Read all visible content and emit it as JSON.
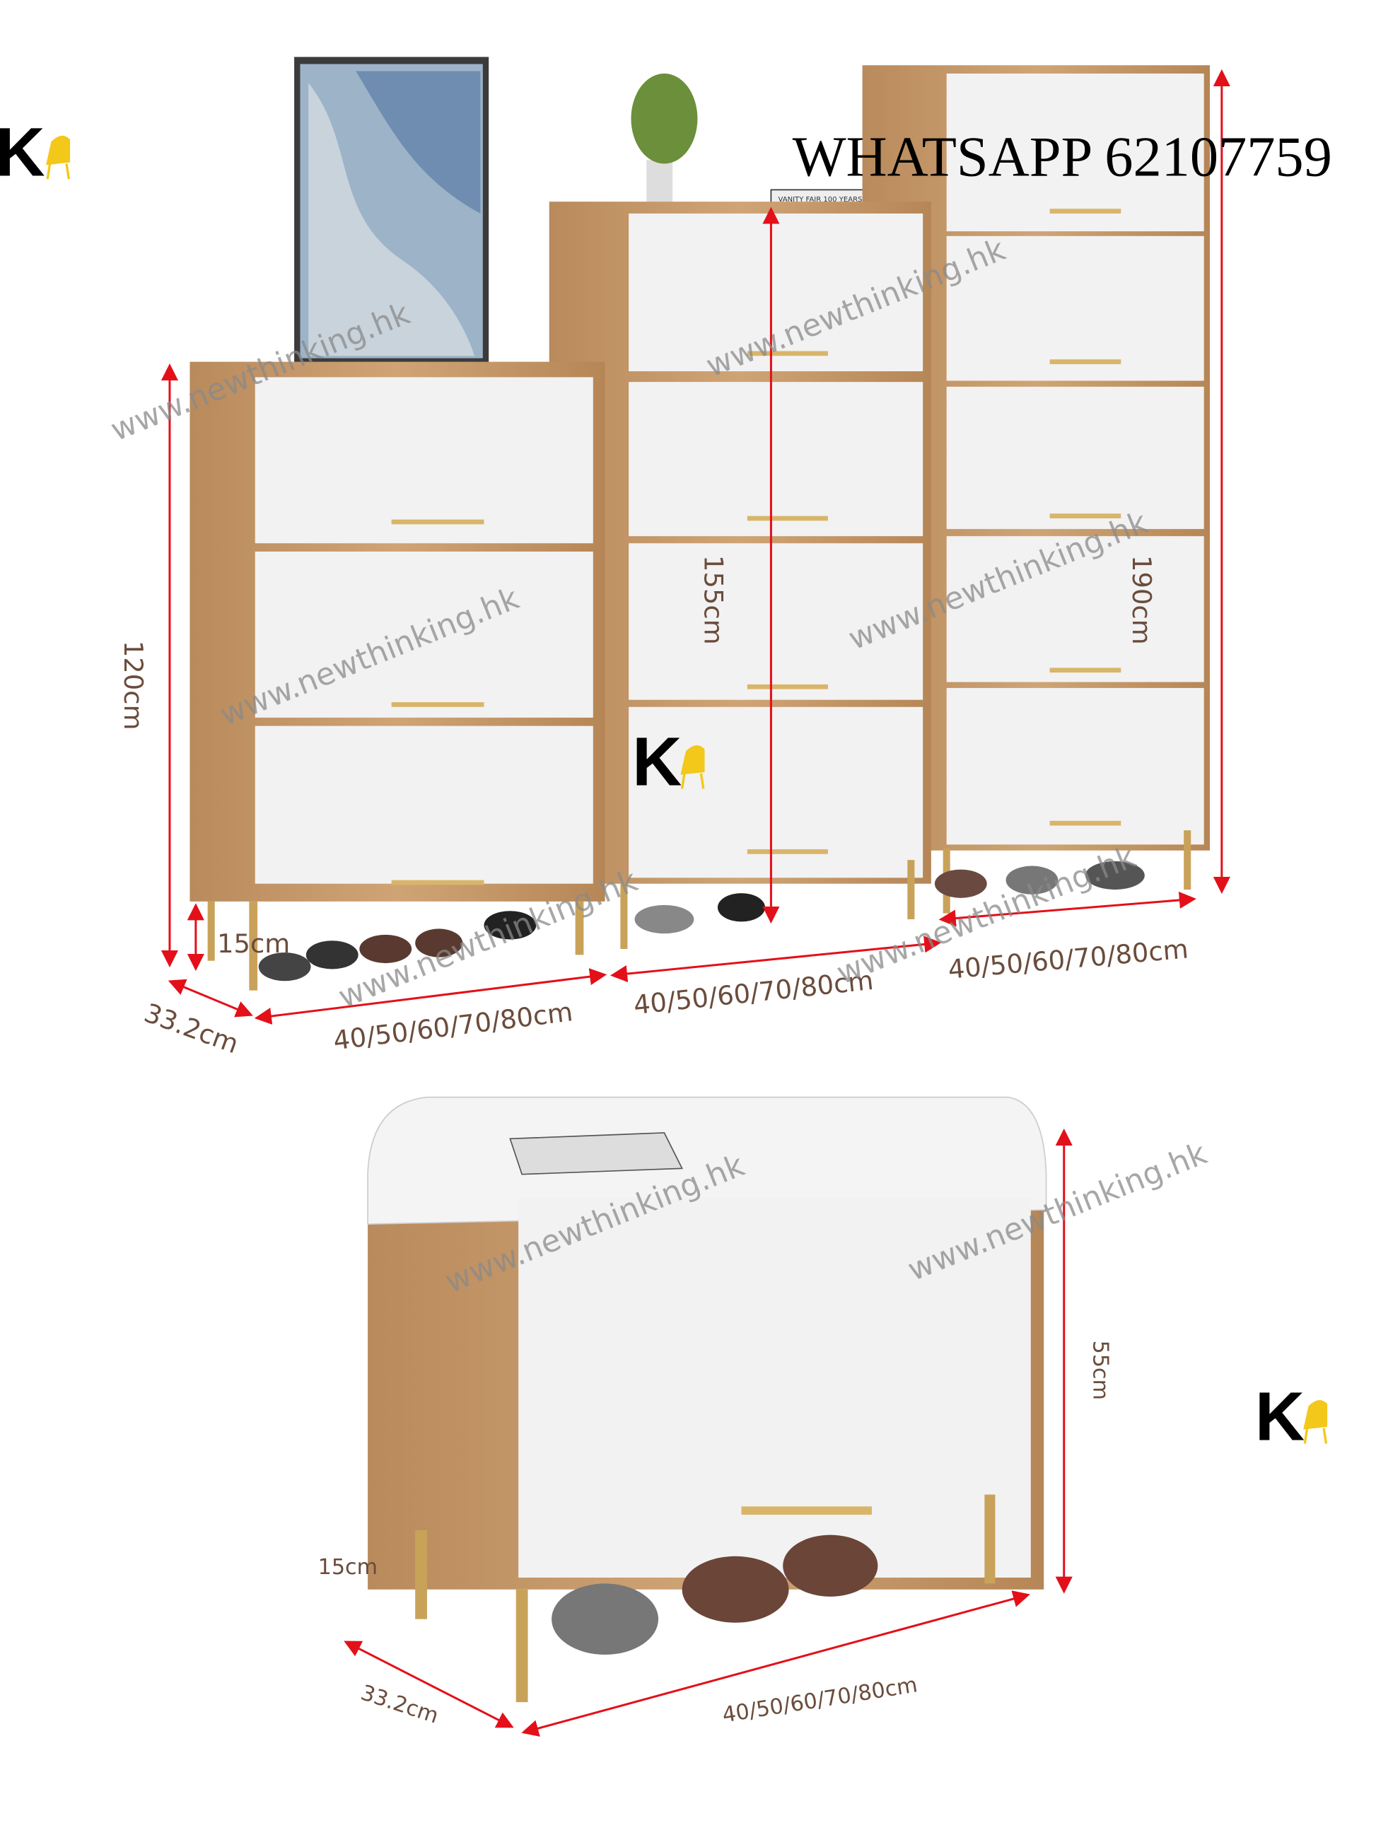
{
  "overlay": {
    "whatsapp": "WHATSAPP 62107759",
    "watermark": "www.newthinking.hk",
    "logo_letter": "K"
  },
  "cabinets": {
    "small": {
      "height": "120cm",
      "leg_height": "15cm",
      "depth": "33.2cm",
      "width": "40/50/60/70/80cm"
    },
    "medium": {
      "height": "155cm",
      "width": "40/50/60/70/80cm"
    },
    "tall": {
      "height": "190cm",
      "width": "40/50/60/70/80cm"
    }
  },
  "bench": {
    "height": "55cm",
    "leg_height": "15cm",
    "depth": "33.2cm",
    "width": "40/50/60/70/80cm"
  },
  "decor": {
    "book_title": "VANITY FAIR 100 YEARS"
  },
  "colors": {
    "wood": "#c49a6c",
    "front": "#f2f2f2",
    "handle": "#d9b56a",
    "arrow": "#e3101a",
    "logo_yellow": "#f3c81a"
  }
}
